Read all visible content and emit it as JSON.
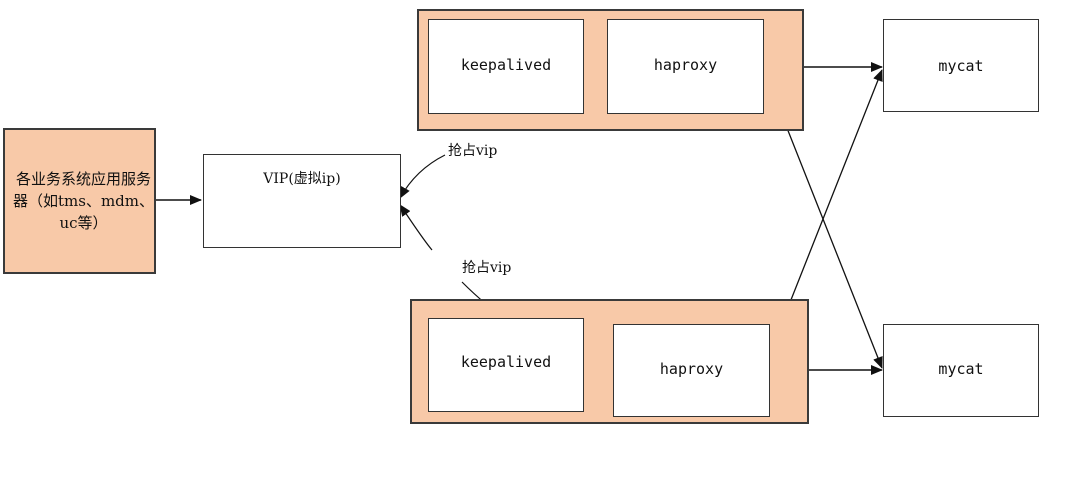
{
  "app_server": {
    "label": "各业务系统应用服务器（如tms、mdm、uc等）"
  },
  "vip": {
    "label": "VIP(虚拟ip)"
  },
  "nodes": [
    {
      "keepalived_label": "keepalived",
      "haproxy_label": "haproxy"
    },
    {
      "keepalived_label": "keepalived",
      "haproxy_label": "haproxy"
    }
  ],
  "grab_labels": [
    "抢占vip",
    "抢占vip"
  ],
  "mycat": [
    {
      "label": "mycat"
    },
    {
      "label": "mycat"
    }
  ],
  "colors": {
    "peach": "#f8c9a8",
    "border": "#333333"
  }
}
